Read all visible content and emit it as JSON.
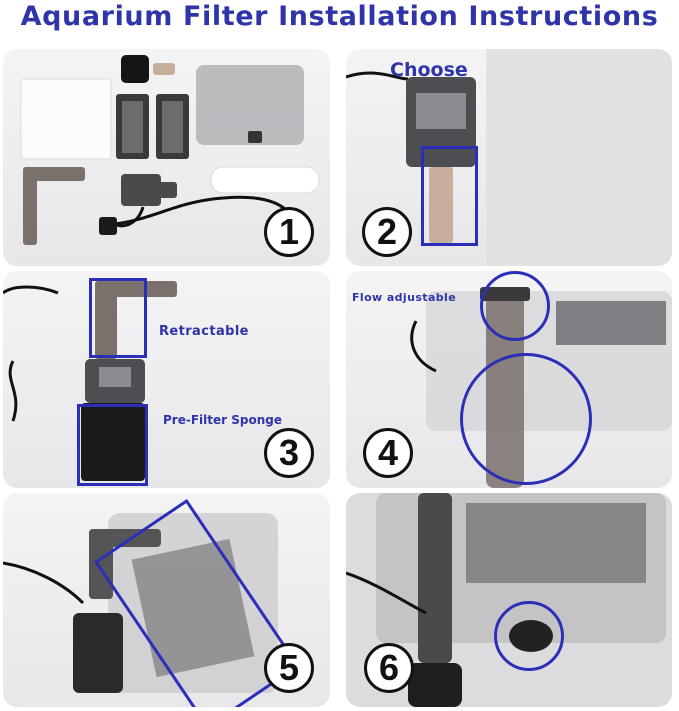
{
  "title": "Aquarium Filter Installation Instructions",
  "steps": [
    {
      "number": "1"
    },
    {
      "number": "2",
      "label": "Choose"
    },
    {
      "number": "3",
      "labels": [
        "Retractable",
        "Pre-Filter Sponge"
      ]
    },
    {
      "number": "4",
      "label": "Flow adjustable"
    },
    {
      "number": "5"
    },
    {
      "number": "6"
    }
  ],
  "colors": {
    "accent": "#2b2fb8",
    "title": "#2f35a8",
    "panel": "#ececee"
  }
}
